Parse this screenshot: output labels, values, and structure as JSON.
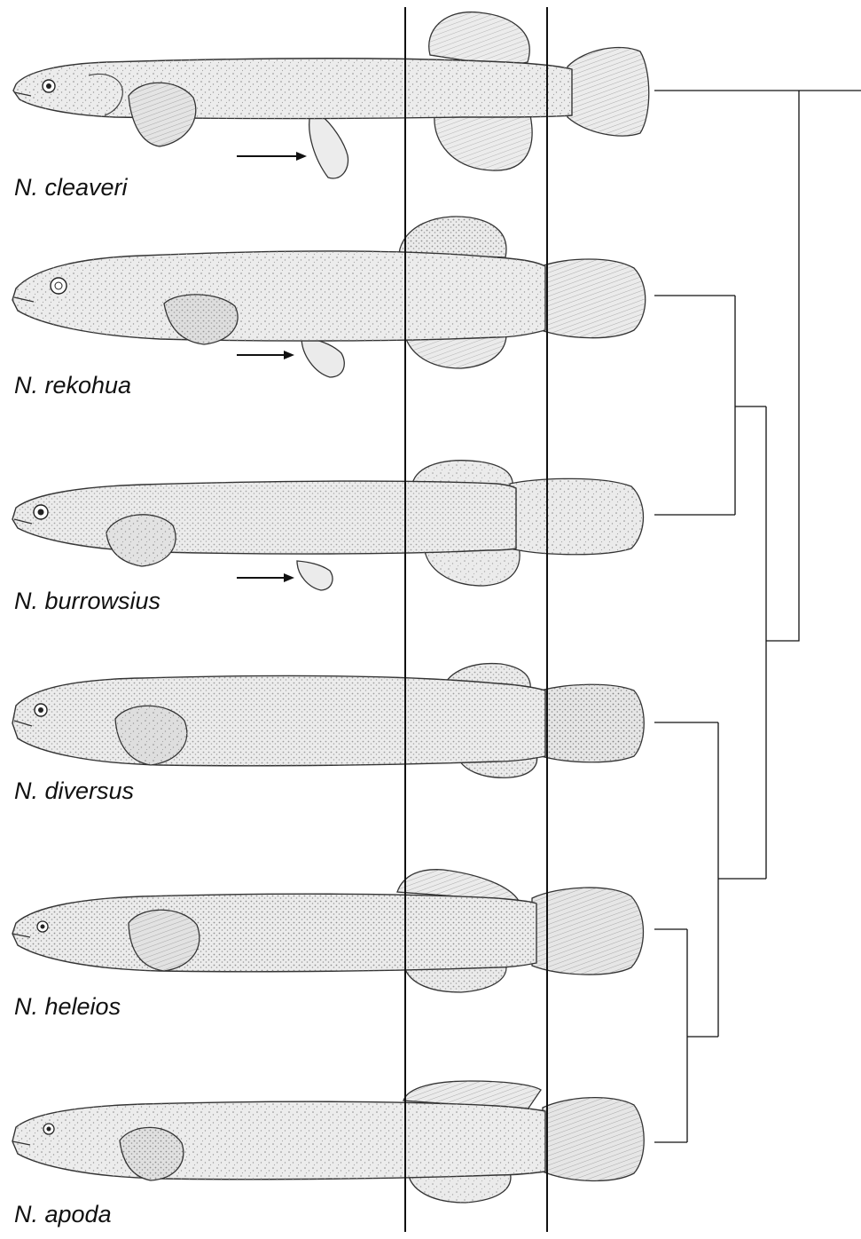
{
  "figure": {
    "species": [
      {
        "name": "N. cleaveri",
        "pelvic_fin_arrow": true
      },
      {
        "name": "N. rekohua",
        "pelvic_fin_arrow": true
      },
      {
        "name": "N. burrowsius",
        "pelvic_fin_arrow": true
      },
      {
        "name": "N. diversus",
        "pelvic_fin_arrow": false
      },
      {
        "name": "N. heleios",
        "pelvic_fin_arrow": false
      },
      {
        "name": "N. apoda",
        "pelvic_fin_arrow": false
      }
    ],
    "cladogram": {
      "topology": "(N. cleaveri, ((N. rekohua, N. burrowsius), (N. diversus, (N. heleios, N. apoda))))"
    },
    "colors": {
      "line": "#111111",
      "fish_fill": "#ebebeb",
      "fish_outline": "#3a3a3a",
      "fish_spots": "#9a9a9a"
    }
  }
}
